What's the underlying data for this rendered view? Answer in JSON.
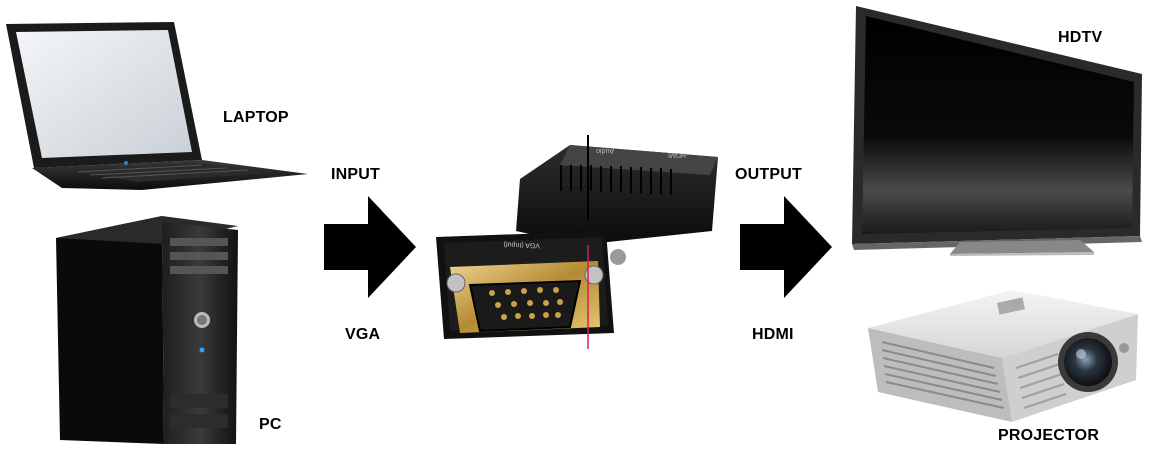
{
  "labels": {
    "laptop": "LAPTOP",
    "pc": "PC",
    "input": "INPUT",
    "vga": "VGA",
    "output": "OUTPUT",
    "hdmi": "HDMI",
    "hdtv": "HDTV",
    "projector": "PROJECTOR"
  },
  "adapter_text": {
    "vga_port": "VGA (Input)",
    "hdmi_port": "HDMI",
    "audio": "Audio"
  },
  "icons": {
    "laptop": "laptop-icon",
    "pc": "pc-tower-icon",
    "adapter": "vga-to-hdmi-adapter-icon",
    "tv": "hdtv-icon",
    "projector": "projector-icon",
    "arrows": "right-arrow-icon"
  },
  "colors": {
    "arrow": "#000000",
    "device_dark": "#151515",
    "gold": "#c9a24a",
    "projector_body": "#e6e6e6"
  }
}
